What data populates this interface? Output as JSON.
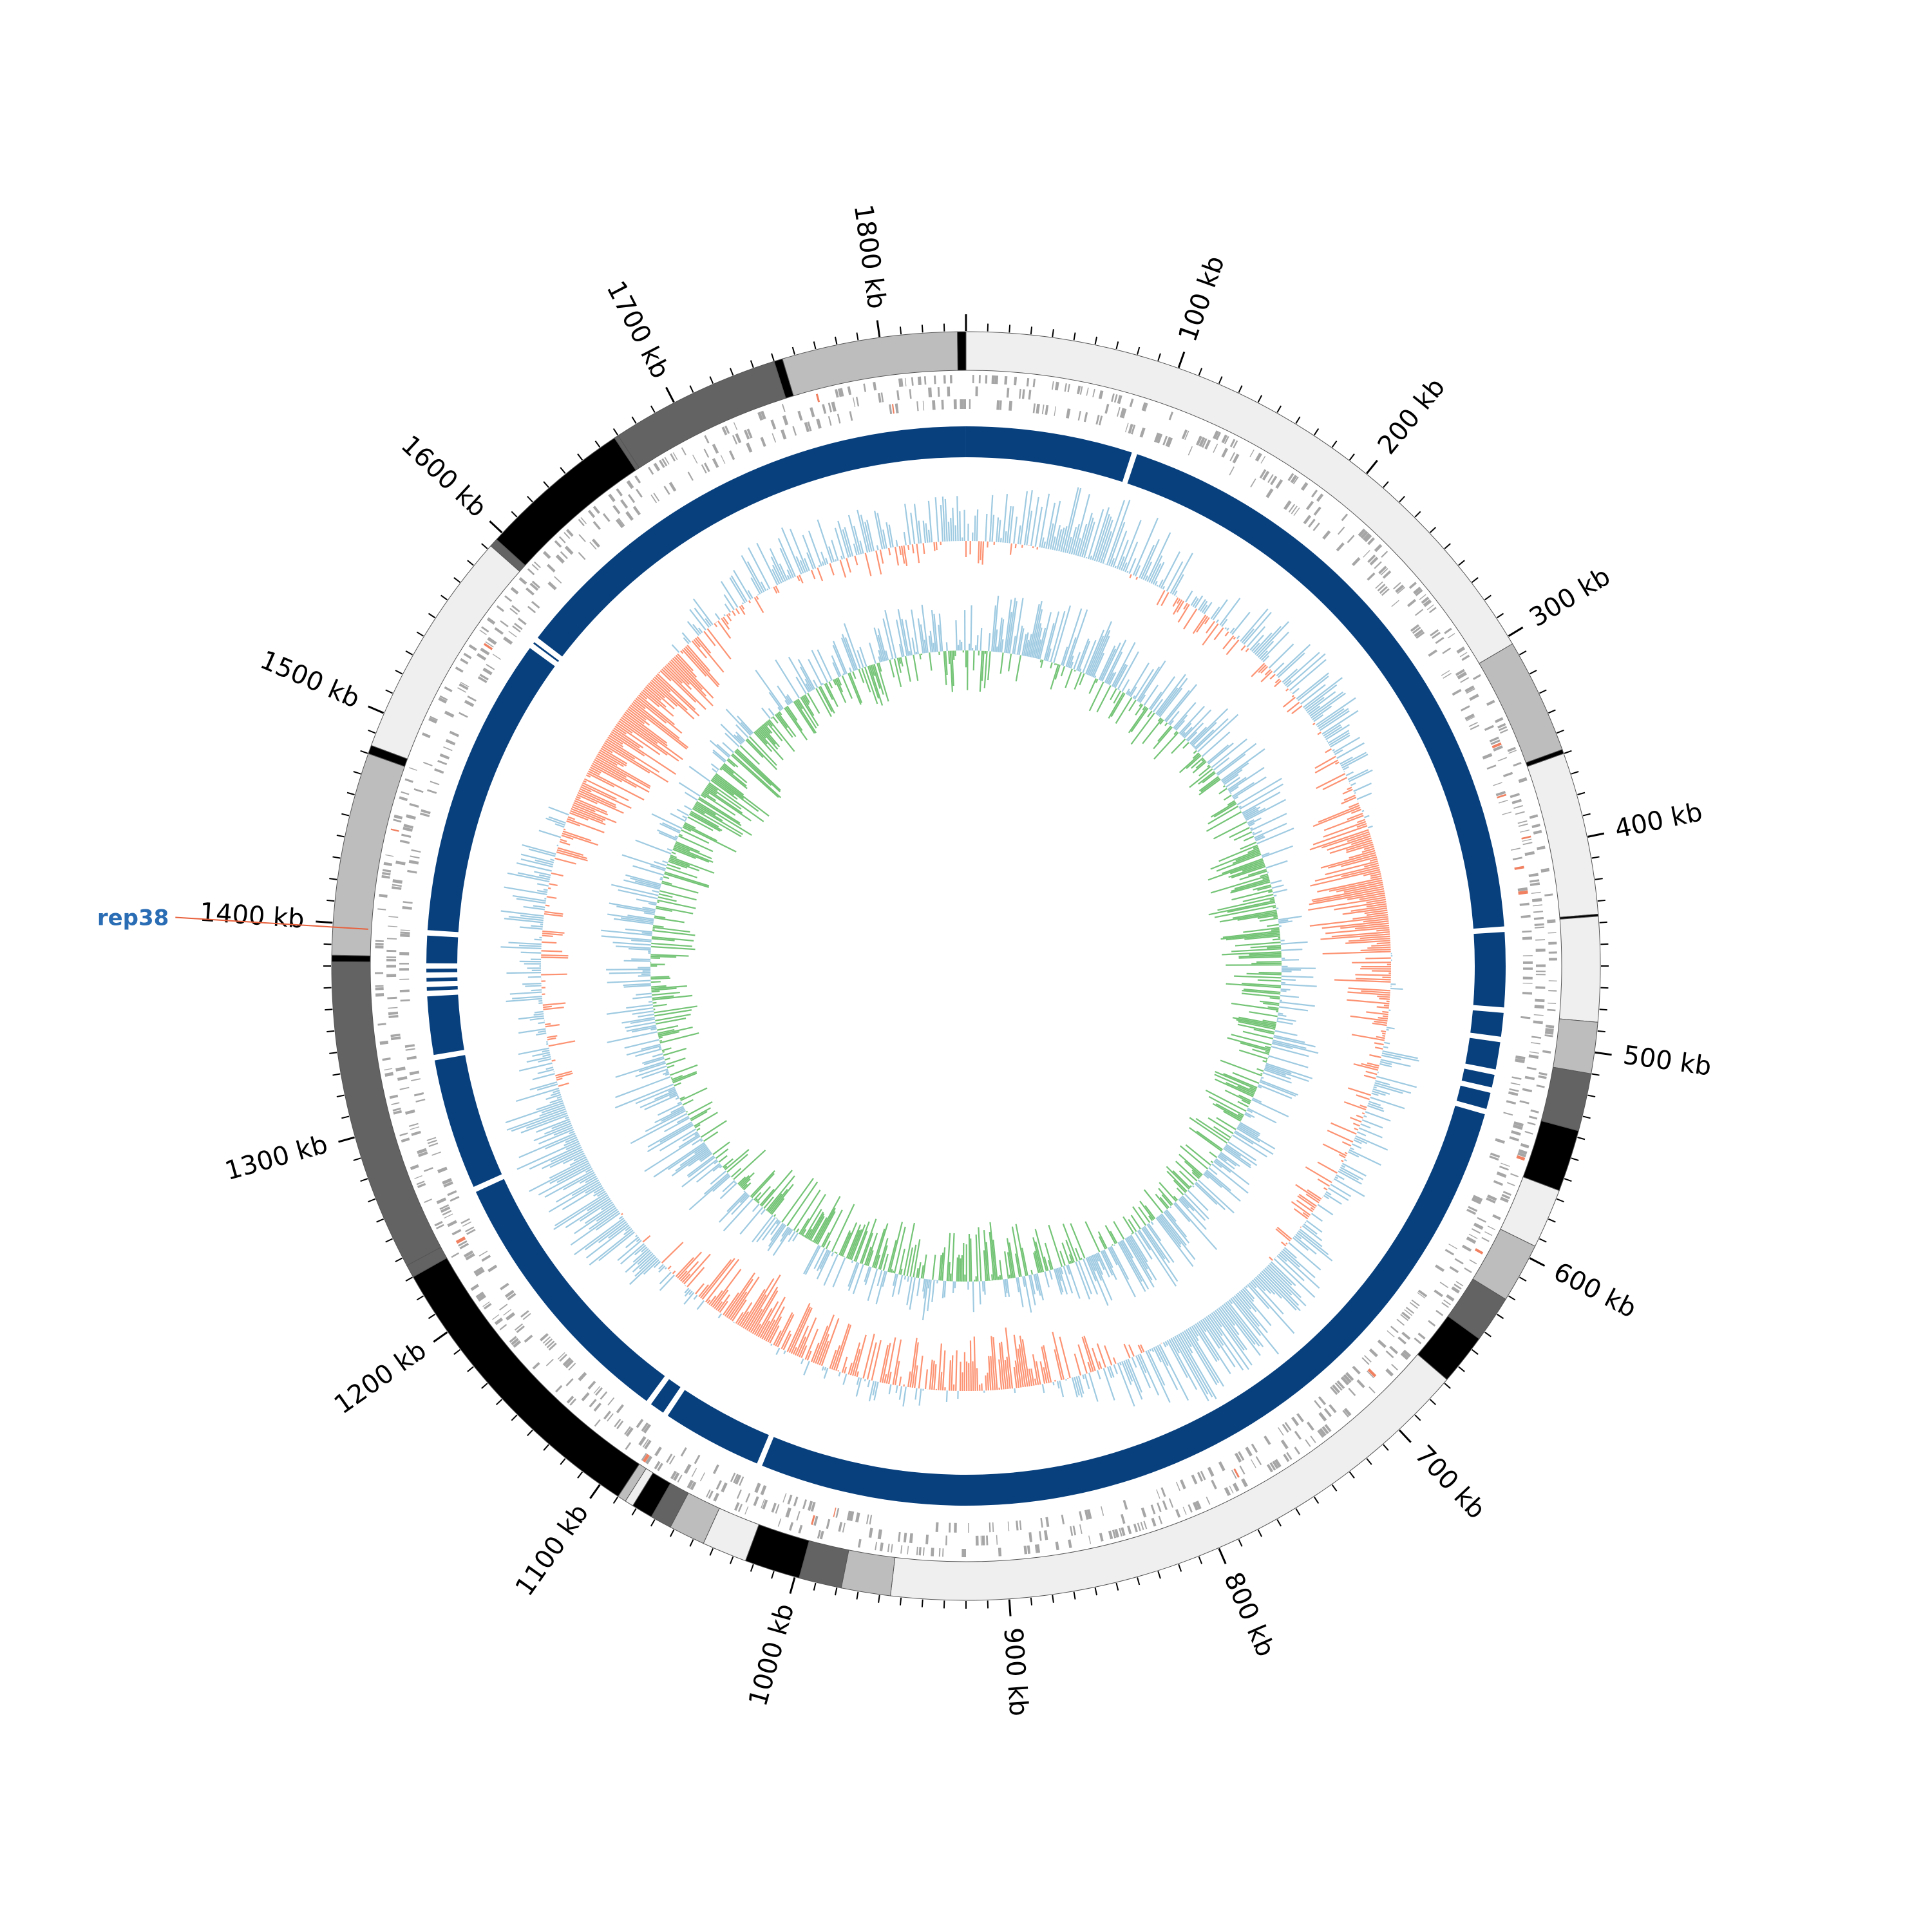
{
  "genome": {
    "length_kb": 1840,
    "tick_labels": [
      "100 kb",
      "200 kb",
      "300 kb",
      "400 kb",
      "500 kb",
      "600 kb",
      "700 kb",
      "800 kb",
      "900 kb",
      "1000 kb",
      "1100 kb",
      "1200 kb",
      "1300 kb",
      "1400 kb",
      "1500 kb",
      "1600 kb",
      "1700 kb",
      "1800 kb"
    ],
    "tick_values_kb": [
      100,
      200,
      300,
      400,
      500,
      600,
      700,
      800,
      900,
      1000,
      1100,
      1200,
      1300,
      1400,
      1500,
      1600,
      1700,
      1800
    ],
    "minor_tick_step_kb": 10
  },
  "annotation": {
    "label": "rep38",
    "position_kb": 1398,
    "color": "#2a6db5",
    "line_color": "#e8603c"
  },
  "tracks": {
    "segment_ring": {
      "description_colors": [
        "#efefef",
        "#bdbdbd",
        "#636363",
        "#000000"
      ],
      "segments_kb": [
        {
          "start": 0,
          "end": 304,
          "shade": 0
        },
        {
          "start": 304,
          "end": 358,
          "shade": 1
        },
        {
          "start": 358,
          "end": 360,
          "shade": 3
        },
        {
          "start": 360,
          "end": 436,
          "shade": 0
        },
        {
          "start": 436,
          "end": 437,
          "shade": 3
        },
        {
          "start": 437,
          "end": 486,
          "shade": 0
        },
        {
          "start": 486,
          "end": 510,
          "shade": 1
        },
        {
          "start": 510,
          "end": 537,
          "shade": 2
        },
        {
          "start": 537,
          "end": 566,
          "shade": 3
        },
        {
          "start": 566,
          "end": 594,
          "shade": 0
        },
        {
          "start": 594,
          "end": 622,
          "shade": 1
        },
        {
          "start": 622,
          "end": 644,
          "shade": 2
        },
        {
          "start": 644,
          "end": 668,
          "shade": 3
        },
        {
          "start": 668,
          "end": 955,
          "shade": 0
        },
        {
          "start": 955,
          "end": 978,
          "shade": 1
        },
        {
          "start": 978,
          "end": 998,
          "shade": 2
        },
        {
          "start": 998,
          "end": 1024,
          "shade": 3
        },
        {
          "start": 1024,
          "end": 1045,
          "shade": 0
        },
        {
          "start": 1045,
          "end": 1062,
          "shade": 1
        },
        {
          "start": 1062,
          "end": 1072,
          "shade": 2
        },
        {
          "start": 1072,
          "end": 1082,
          "shade": 3
        },
        {
          "start": 1082,
          "end": 1086,
          "shade": 0
        },
        {
          "start": 1086,
          "end": 1090,
          "shade": 1
        },
        {
          "start": 1090,
          "end": 1230,
          "shade": 3
        },
        {
          "start": 1230,
          "end": 1236,
          "shade": 2
        },
        {
          "start": 1236,
          "end": 1382,
          "shade": 2
        },
        {
          "start": 1382,
          "end": 1385,
          "shade": 3
        },
        {
          "start": 1385,
          "end": 1480,
          "shade": 1
        },
        {
          "start": 1480,
          "end": 1484,
          "shade": 3
        },
        {
          "start": 1484,
          "end": 1592,
          "shade": 0
        },
        {
          "start": 1592,
          "end": 1596,
          "shade": 2
        },
        {
          "start": 1596,
          "end": 1668,
          "shade": 3
        },
        {
          "start": 1668,
          "end": 1670,
          "shade": 2
        },
        {
          "start": 1670,
          "end": 1750,
          "shade": 2
        },
        {
          "start": 1750,
          "end": 1754,
          "shade": 3
        },
        {
          "start": 1754,
          "end": 1836,
          "shade": 1
        },
        {
          "start": 1836,
          "end": 1840,
          "shade": 3
        }
      ]
    },
    "gene_ring": {
      "color": "#a6a6a6",
      "highlight_color": "#f08060"
    },
    "contig_ring": {
      "color": "#08407e",
      "gaps_kb": [
        93,
        440,
        484,
        500,
        518,
        528,
        540,
        1035,
        1093,
        1104,
        1255,
        1330,
        1365,
        1370,
        1375,
        1380,
        1398,
        1566,
        1570
      ]
    },
    "skew_ring": {
      "positive_color": "#9ecae1",
      "negative_color": "#fc9272"
    },
    "gc_ring": {
      "positive_color": "#9ecae1",
      "negative_color": "#74c476"
    }
  }
}
